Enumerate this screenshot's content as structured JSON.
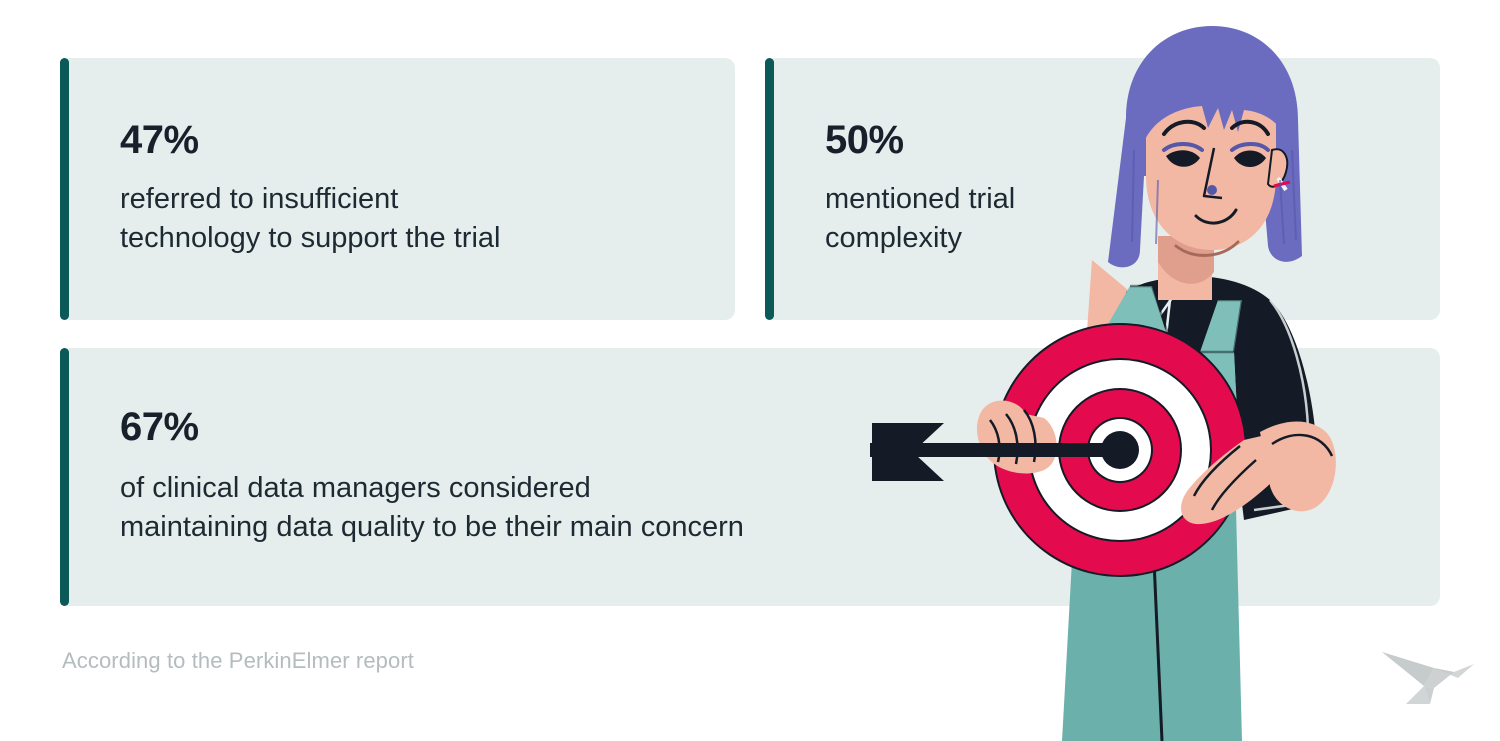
{
  "page": {
    "background_color": "#ffffff",
    "card_background_color": "#e5eeec",
    "accent_color": "#0b5a58",
    "value_text_color": "#18212b",
    "body_text_color": "#1d2a33",
    "muted_text_color": "#b4bcbe",
    "target_red": "#e30a4e",
    "skin_color": "#f2b8a4",
    "hair_color": "#6b6cc0",
    "overalls_color": "#6cb0ab",
    "shirt_color": "#141b26"
  },
  "stats": [
    {
      "id": "insufficient-technology",
      "percent": "47%",
      "description": "referred to insufficient\ntechnology to support the trial"
    },
    {
      "id": "trial-complexity",
      "percent": "50%",
      "description": "mentioned trial\ncomplexity"
    },
    {
      "id": "data-quality-concern",
      "percent": "67%",
      "description": "of clinical data managers considered\nmaintaining data quality to be their main concern"
    }
  ],
  "footer": {
    "source_note": "According to the PerkinElmer report"
  },
  "logo": {
    "name": "origami-bird-logo",
    "color": "#c6cbcb"
  },
  "illustration": {
    "name": "woman-holding-dartboard-with-arrow",
    "elements": [
      "dartboard-target",
      "arrow",
      "female-character"
    ],
    "target_rings": [
      "#e30a4e",
      "#ffffff",
      "#e30a4e",
      "#ffffff",
      "#141b26"
    ]
  }
}
